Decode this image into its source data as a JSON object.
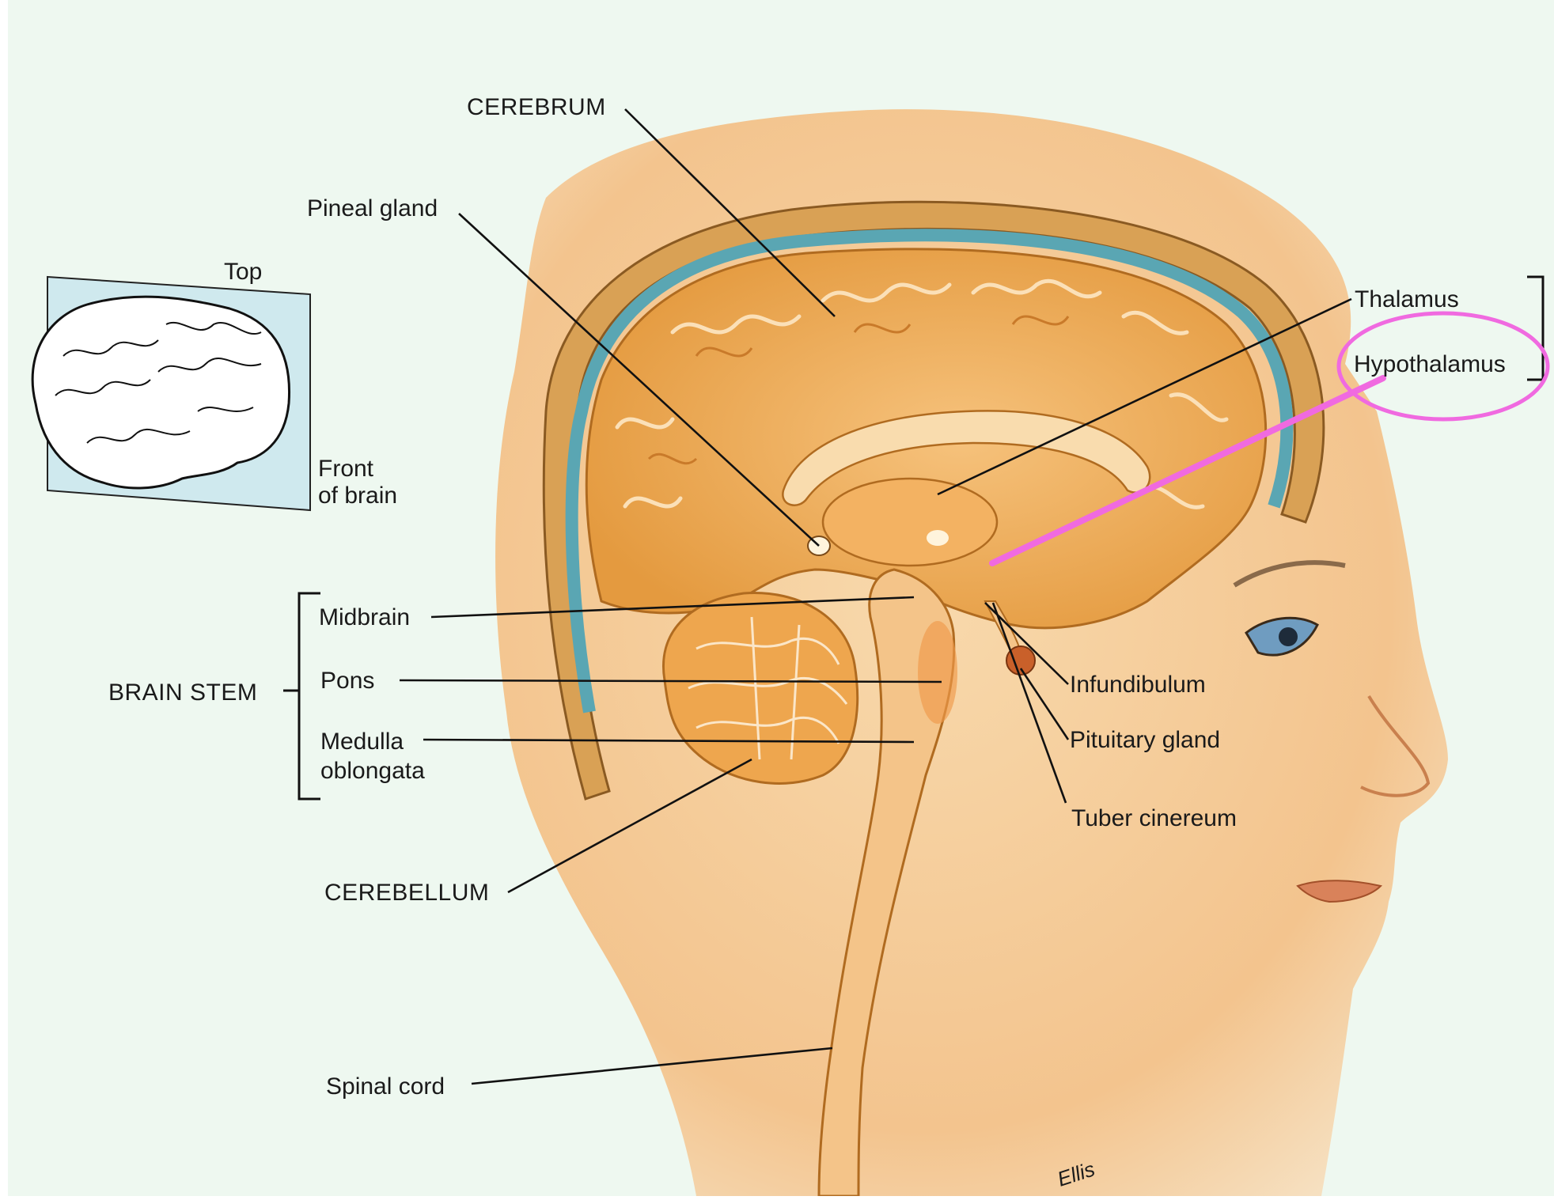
{
  "labels": {
    "cerebrum": "CEREBRUM",
    "pineal_gland": "Pineal gland",
    "top": "Top",
    "front_line1": "Front",
    "front_line2": "of brain",
    "thalamus": "Thalamus",
    "hypothalamus": "Hypothalamus",
    "midbrain": "Midbrain",
    "pons": "Pons",
    "brain_stem": "BRAIN STEM",
    "medulla_line1": "Medulla",
    "medulla_line2": "oblongata",
    "infundibulum": "Infundibulum",
    "pituitary_gland": "Pituitary gland",
    "tuber_cinereum": "Tuber cinereum",
    "cerebellum": "CEREBELLUM",
    "spinal_cord": "Spinal cord",
    "signature": "Ellis"
  },
  "colors": {
    "background": "#eef8f0",
    "skin": "#f6d2a4",
    "brain": "#eea64e",
    "meninges": "#5aa6b3",
    "highlight": "#f06ae0"
  }
}
